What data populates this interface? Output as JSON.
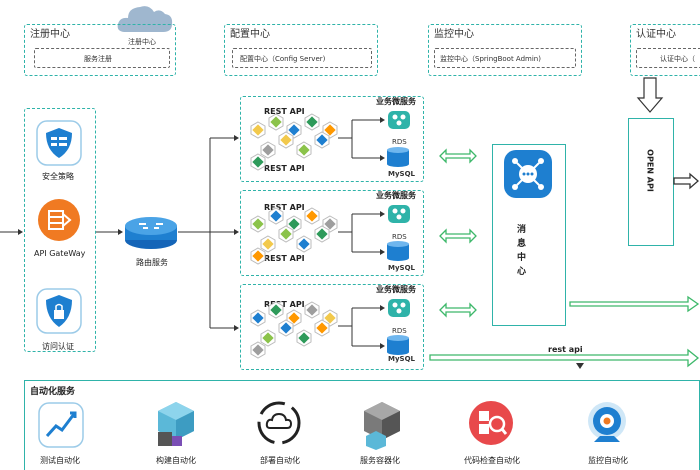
{
  "registry": {
    "title": "注册中心",
    "tag": "注册中心",
    "inner": "服务注册"
  },
  "config": {
    "title": "配置中心",
    "inner": "配置中心（Config Server)"
  },
  "monitor": {
    "title": "监控中心",
    "inner": "监控中心（SpringBoot Admin)"
  },
  "auth": {
    "title": "认证中心",
    "inner": "认证中心（"
  },
  "gateway": {
    "items": [
      {
        "label": "安全策略",
        "icon": "firewall-icon"
      },
      {
        "label": "API GateWay",
        "icon": "api-gateway-icon"
      },
      {
        "label": "访问认证",
        "icon": "shield-lock-icon"
      }
    ]
  },
  "router": {
    "label": "路由服务",
    "icon": "router-icon"
  },
  "services": [
    {
      "title": "业务微服务",
      "rest_top": "REST API",
      "rest_bottom": "REST API",
      "rds": "RDS",
      "mysql": "MySQL"
    },
    {
      "title": "业务微服务",
      "rest_top": "REST API",
      "rest_bottom": "REST API",
      "rds": "RDS",
      "mysql": "MySQL"
    },
    {
      "title": "业务微服务",
      "rest_top": "REST API",
      "rest_bottom": "",
      "rds": "RDS",
      "mysql": "MySQL"
    }
  ],
  "message": {
    "label": "消息中心",
    "chars": [
      "消",
      "息",
      "中",
      "心"
    ]
  },
  "open_api": {
    "label": "OPEN API"
  },
  "rest_api_link": "rest api",
  "automation": {
    "title": "自动化服务",
    "items": [
      {
        "label": "测试自动化",
        "icon": "test-chart-icon"
      },
      {
        "label": "构建自动化",
        "icon": "build-cube-icon"
      },
      {
        "label": "部署自动化",
        "icon": "deploy-cloud-icon"
      },
      {
        "label": "服务容器化",
        "icon": "container-cube-icon"
      },
      {
        "label": "代码检查自动化",
        "icon": "code-inspect-icon"
      },
      {
        "label": "监控自动化",
        "icon": "monitor-camera-icon"
      }
    ]
  },
  "colors": {
    "teal": "#2fb3a9",
    "blue": "#1e7fd0",
    "orange": "#f07a22"
  }
}
